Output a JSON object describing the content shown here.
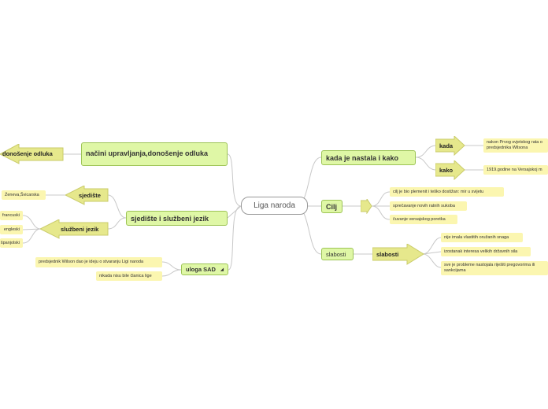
{
  "center": "Liga naroda",
  "right": {
    "kada_je_nastala": {
      "label": "kada je nastala i kako",
      "kada": {
        "label": "kada",
        "leaf": "nakon Prvog svjetskog rata o predsjednika Wilsona"
      },
      "kako": {
        "label": "kako",
        "leaf": "1919.godine na Versajskoj m"
      }
    },
    "cilj": {
      "label": "Cilj",
      "leaves": [
        "cilj je bio plemenit i teško dostižan: mir u svijetu",
        "sprečavanje novih ratnih sukoba",
        "čuvanje versajskog poretka"
      ]
    },
    "slabosti": {
      "label": "slabosti",
      "sub": "slabosti",
      "leaves": [
        "nije imala vlastitih oružanih snaga",
        "izostanak interesa velikih državnih sila",
        "sve je probleme nastojala riješiti pregovorima ili sankcijama"
      ]
    }
  },
  "left": {
    "nacini": {
      "label": "načini upravljanja,donošenje odluka",
      "sub": "donošenje odluka"
    },
    "sjediste": {
      "label": "sjedište i službeni jezik",
      "sjediste": {
        "label": "sjedište",
        "leaf": "Ženeva,Švicarska"
      },
      "jezik": {
        "label": "službeni jezik",
        "leaves": [
          "francuski",
          "engleski",
          "španjolski"
        ]
      }
    },
    "uloga": {
      "label": "uloga SAD",
      "collapse_icon": "collapse-triangle-icon",
      "leaves": [
        "predsjednik Wilson dao je ideju o stvaranju Ligi naroda",
        "nikada nisu bile članica lige"
      ]
    }
  }
}
